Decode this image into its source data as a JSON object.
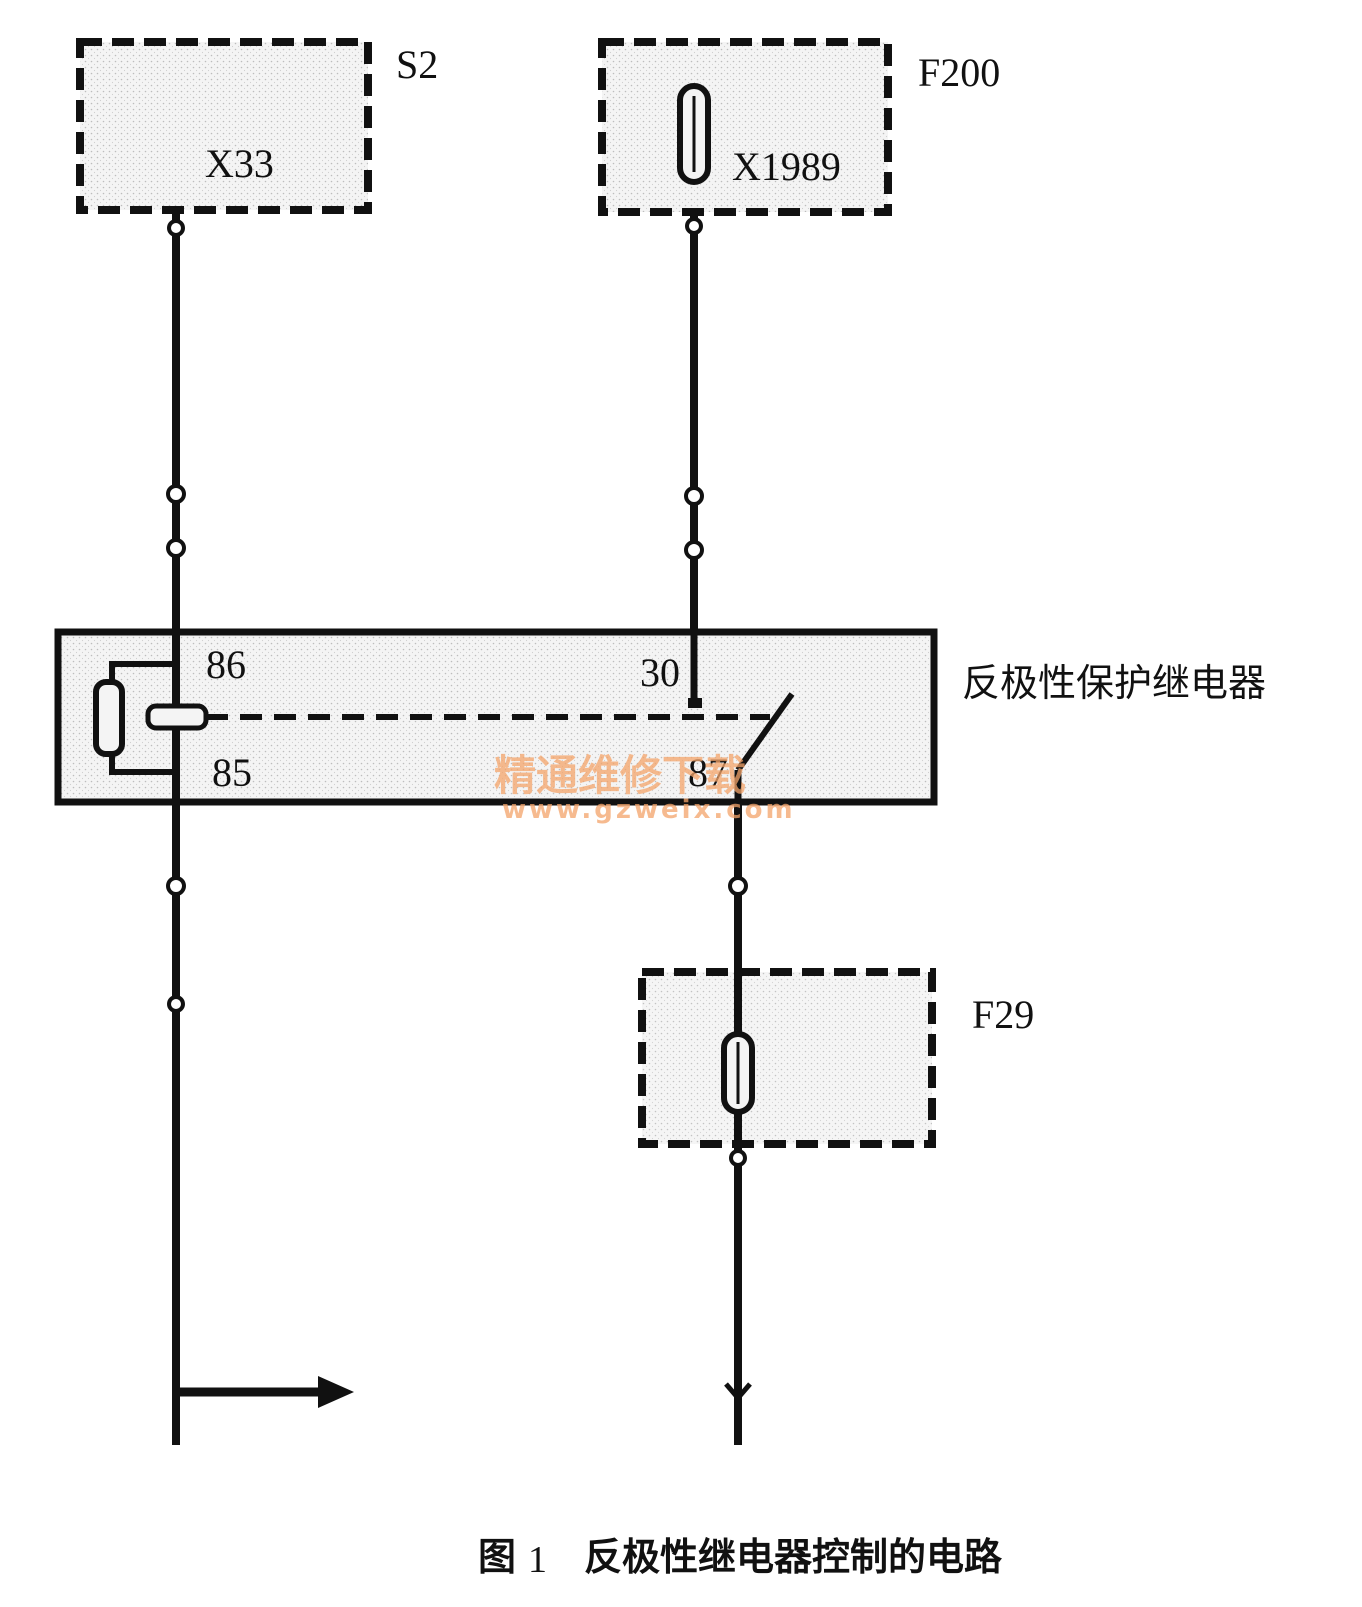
{
  "components": {
    "s2": {
      "name": "S2",
      "connector": "X33"
    },
    "f200": {
      "name": "F200",
      "connector": "X1989"
    },
    "f29": {
      "name": "F29"
    }
  },
  "relay": {
    "name": "反极性保护继电器",
    "pins": {
      "p86": "86",
      "p85": "85",
      "p30": "30",
      "p87": "87"
    }
  },
  "watermark": {
    "text": "精通维修下载",
    "url": "www.gzweix.com"
  },
  "caption": {
    "prefix": "图",
    "number": "1",
    "text": "反极性继电器控制的电路"
  }
}
